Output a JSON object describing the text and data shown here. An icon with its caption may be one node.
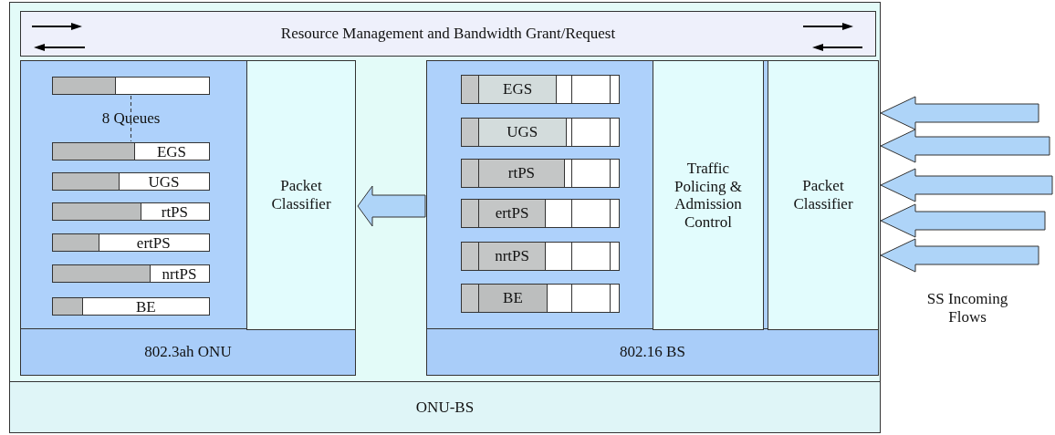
{
  "diagram": {
    "nodes": [
      {
        "text": [
          "ONU-BS"
        ]
      },
      {
        "text": [
          "Resource Management and Bandwidth Grant/Request"
        ],
        "in": 0
      },
      {
        "text": [
          "802.3ah ONU"
        ],
        "in": 0
      },
      {
        "text": [],
        "shape": "bar",
        "in": 2
      },
      {
        "text": [
          "EGS"
        ],
        "in": 2
      },
      {
        "text": [
          "UGS"
        ],
        "in": 2
      },
      {
        "text": [
          "rtPS"
        ],
        "in": 2
      },
      {
        "text": [
          "ertPS"
        ],
        "in": 2
      },
      {
        "text": [
          "nrtPS"
        ],
        "in": 2
      },
      {
        "text": [
          "BE"
        ],
        "in": 2
      },
      {
        "text": [
          "Packet Classifier"
        ],
        "in": 2
      },
      {
        "text": [
          "802.16 BS"
        ],
        "in": 0
      },
      {
        "text": [
          "EGS"
        ],
        "in": 11
      },
      {
        "text": [
          "UGS"
        ],
        "in": 11
      },
      {
        "text": [
          "rtPS"
        ],
        "in": 11
      },
      {
        "text": [
          "ertPS"
        ],
        "in": 11
      },
      {
        "text": [
          "nrtPS"
        ],
        "in": 11
      },
      {
        "text": [
          "BE"
        ],
        "in": 11
      },
      {
        "text": [
          "Traffic Policing & Admission Control"
        ],
        "in": 11
      },
      {
        "text": [
          "Packet Classifier"
        ],
        "in": 11
      }
    ],
    "edges": [
      {
        "from": 3,
        "to": 4,
        "arrow": "none",
        "style": "dashed"
      },
      {
        "from": 11,
        "to": 10,
        "arrow": "to"
      },
      {
        "from": null,
        "to": 19,
        "arrow": "to"
      },
      {
        "from": null,
        "to": 19,
        "arrow": "to"
      },
      {
        "from": null,
        "to": 19,
        "arrow": "to"
      },
      {
        "from": null,
        "to": 19,
        "arrow": "to"
      },
      {
        "from": null,
        "to": 19,
        "arrow": "to"
      }
    ],
    "labels": [
      "8 Queues",
      "SS Incoming Flows"
    ]
  }
}
